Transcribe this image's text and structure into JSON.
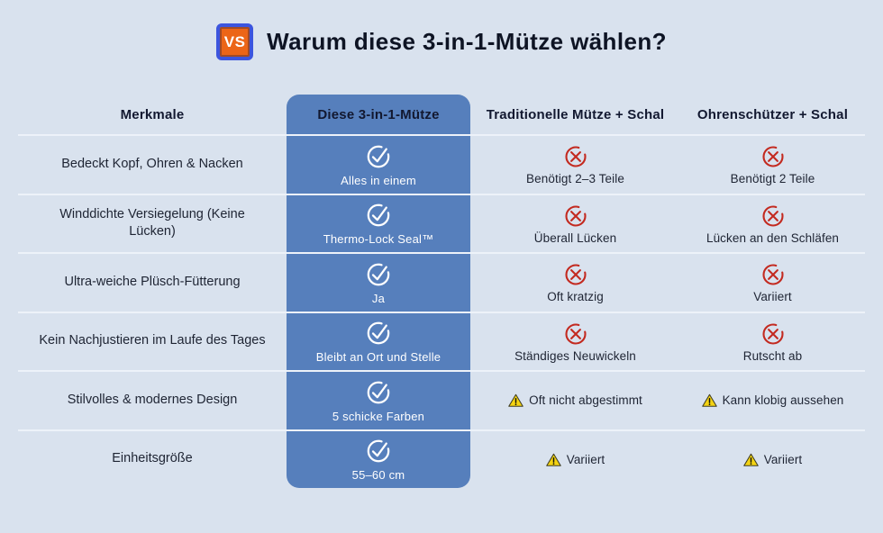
{
  "page": {
    "background_color": "#d9e2ee",
    "accent_blue": "#567fbc",
    "badge_orange": "#ec6517",
    "badge_border_blue": "#3c55de",
    "negative_red": "#c32a20",
    "warning_yellow": "#f4d312"
  },
  "header": {
    "badge_label": "VS",
    "title": "Warum diese 3-in-1-Mütze wählen?"
  },
  "table": {
    "columns": [
      "Merkmale",
      "Diese 3-in-1-Mütze",
      "Traditionelle Mütze + Schal",
      "Ohrenschützer + Schal"
    ],
    "rows": [
      {
        "feature": "Bedeckt Kopf, Ohren & Nacken",
        "hero": "Alles in einem",
        "hero_icon": "check-icon",
        "traditional": "Benötigt 2–3 Teile",
        "traditional_icon": "cross-icon",
        "earmuffs": "Benötigt 2 Teile",
        "earmuffs_icon": "cross-icon"
      },
      {
        "feature": "Winddichte Versiegelung (Keine Lücken)",
        "hero": "Thermo-Lock Seal™",
        "hero_icon": "check-icon",
        "traditional": "Überall Lücken",
        "traditional_icon": "cross-icon",
        "earmuffs": "Lücken an den Schläfen",
        "earmuffs_icon": "cross-icon"
      },
      {
        "feature": "Ultra-weiche Plüsch-Fütterung",
        "hero": "Ja",
        "hero_icon": "check-icon",
        "traditional": "Oft kratzig",
        "traditional_icon": "cross-icon",
        "earmuffs": "Variiert",
        "earmuffs_icon": "cross-icon"
      },
      {
        "feature": "Kein Nachjustieren im Laufe des Tages",
        "hero": "Bleibt an Ort und Stelle",
        "hero_icon": "check-icon",
        "traditional": "Ständiges Neuwickeln",
        "traditional_icon": "cross-icon",
        "earmuffs": "Rutscht ab",
        "earmuffs_icon": "cross-icon"
      },
      {
        "feature": "Stilvolles & modernes Design",
        "hero": "5 schicke Farben",
        "hero_icon": "check-icon",
        "traditional": "Oft nicht abgestimmt",
        "traditional_icon": "warning-icon",
        "earmuffs": "Kann klobig aussehen",
        "earmuffs_icon": "warning-icon"
      },
      {
        "feature": "Einheitsgröße",
        "hero": "55–60 cm",
        "hero_icon": "check-icon",
        "traditional": "Variiert",
        "traditional_icon": "warning-icon",
        "earmuffs": "Variiert",
        "earmuffs_icon": "warning-icon"
      }
    ]
  }
}
